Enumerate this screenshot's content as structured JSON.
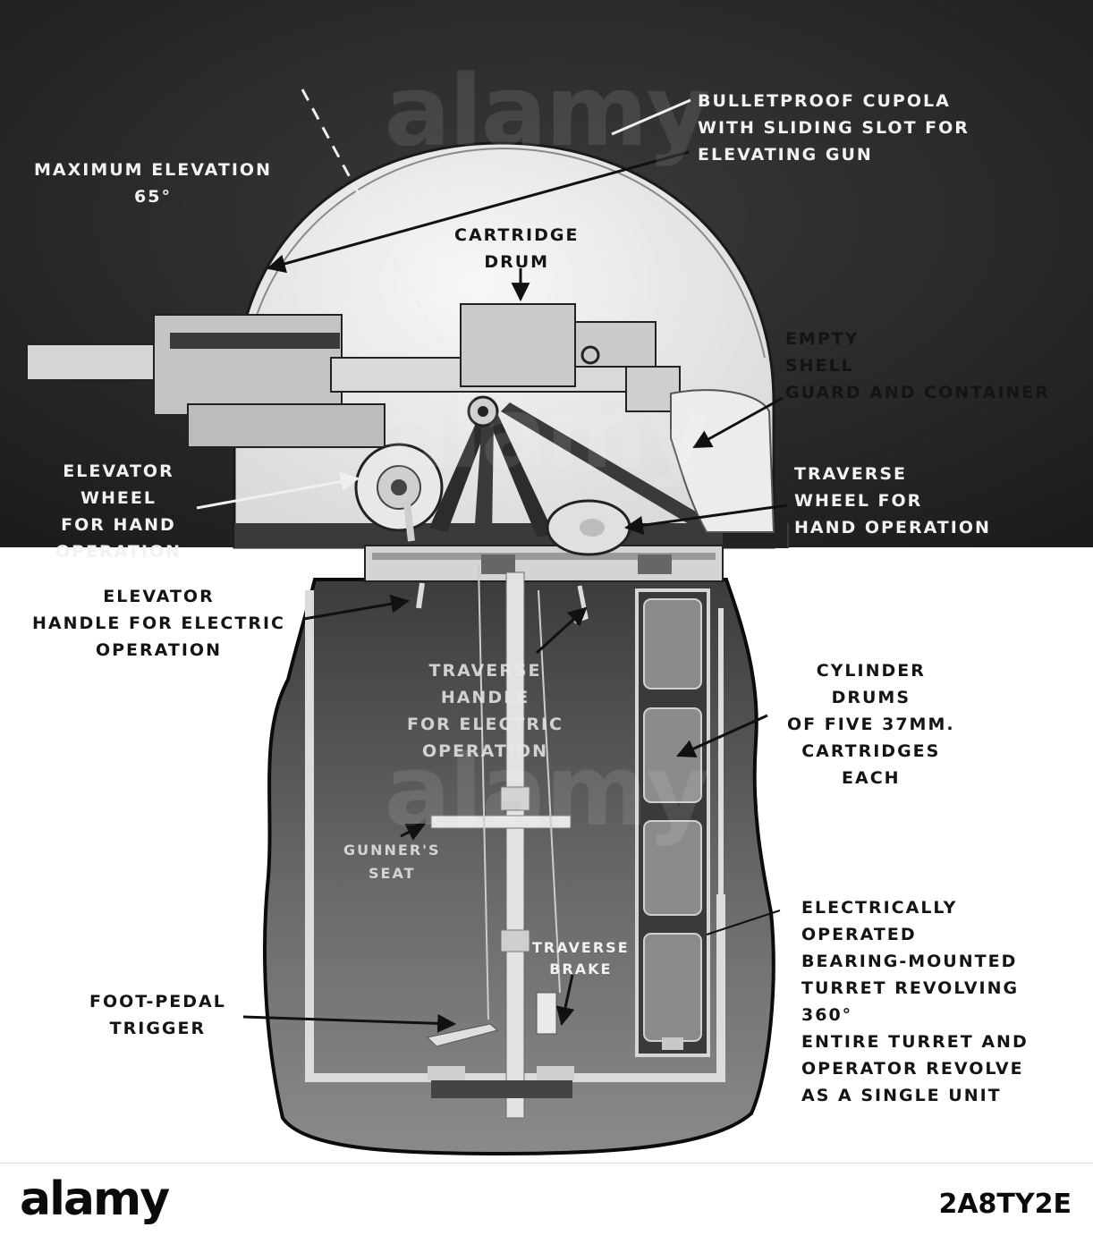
{
  "labels": {
    "max_elevation": [
      "MAXIMUM ELEVATION",
      "65°"
    ],
    "cupola": [
      "BULLETPROOF CUPOLA",
      "WITH SLIDING SLOT FOR",
      "ELEVATING GUN"
    ],
    "cartridge_drum": [
      "CARTRIDGE",
      "DRUM"
    ],
    "empty_shell": [
      "EMPTY",
      "SHELL",
      "GUARD AND CONTAINER"
    ],
    "elevator_wheel": [
      "ELEVATOR",
      "WHEEL",
      "FOR HAND",
      "OPERATION"
    ],
    "traverse_wheel": [
      "TRAVERSE",
      "WHEEL FOR",
      "HAND OPERATION"
    ],
    "elevator_handle": [
      "ELEVATOR",
      "HANDLE FOR ELECTRIC",
      "OPERATION"
    ],
    "traverse_handle": [
      "TRAVERSE",
      "HANDLE",
      "FOR ELECTRIC",
      "OPERATION"
    ],
    "cylinder_drums": [
      "CYLINDER",
      "DRUMS",
      "OF FIVE 37MM.",
      "CARTRIDGES",
      "EACH"
    ],
    "gunners_seat": [
      "GUNNER'S",
      "SEAT"
    ],
    "traverse_brake": [
      "TRAVERSE",
      "BRAKE"
    ],
    "foot_pedal": [
      "FOOT-PEDAL",
      "TRIGGER"
    ],
    "turret": [
      "ELECTRICALLY",
      "OPERATED",
      "BEARING-MOUNTED",
      "TURRET REVOLVING",
      "360°",
      "ENTIRE TURRET AND",
      "OPERATOR REVOLVE",
      "AS A SINGLE UNIT"
    ]
  },
  "watermark": "alamy",
  "footer": {
    "logo": "alamy",
    "image_id": "2A8TY2E"
  },
  "colors": {
    "sky": "#2b2b2b",
    "dome": "#e9e9e9",
    "pit": "#5e5e5e",
    "metal": "#cfcfcf",
    "page": "#ffffff"
  }
}
